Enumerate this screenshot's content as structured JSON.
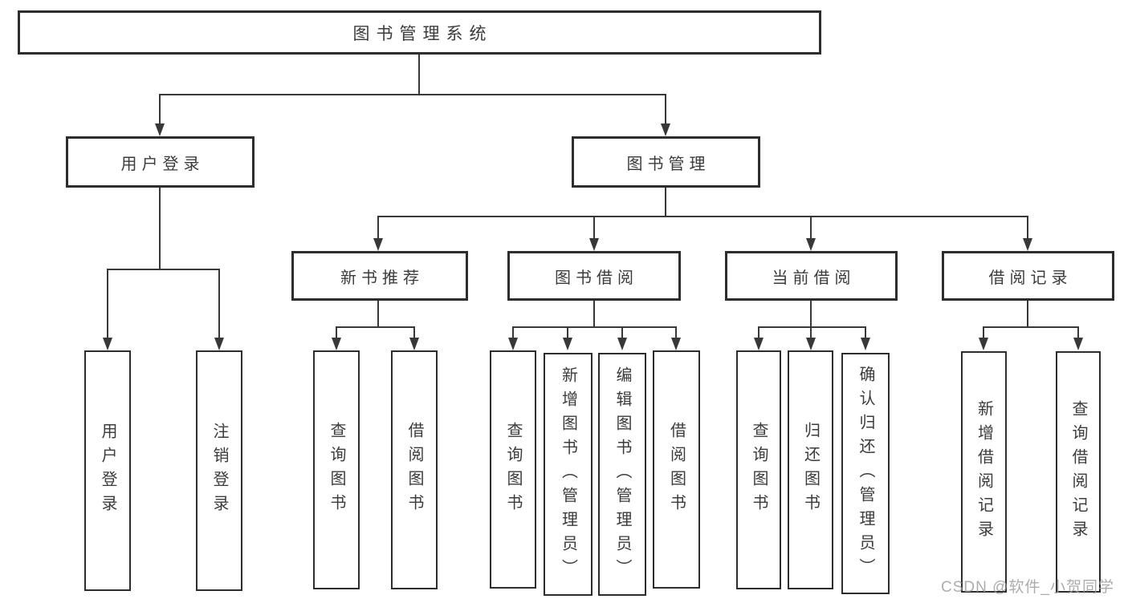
{
  "tree": {
    "root": {
      "label": "图书管理系统",
      "children": [
        {
          "label": "用户登录",
          "children": [
            {
              "label": "用户登录"
            },
            {
              "label": "注销登录"
            }
          ]
        },
        {
          "label": "图书管理",
          "children": [
            {
              "label": "新书推荐",
              "children": [
                {
                  "label": "查询图书"
                },
                {
                  "label": "借阅图书"
                }
              ]
            },
            {
              "label": "图书借阅",
              "children": [
                {
                  "label": "查询图书"
                },
                {
                  "label": "新增图书（管理员）"
                },
                {
                  "label": "编辑图书（管理员）"
                },
                {
                  "label": "借阅图书"
                }
              ]
            },
            {
              "label": "当前借阅",
              "children": [
                {
                  "label": "查询图书"
                },
                {
                  "label": "归还图书"
                },
                {
                  "label": "确认归还（管理员）"
                }
              ]
            },
            {
              "label": "借阅记录",
              "children": [
                {
                  "label": "新增借阅记录"
                },
                {
                  "label": "查询借阅记录"
                }
              ]
            }
          ]
        }
      ]
    }
  },
  "watermark": {
    "text": "CSDN @软件_小贺同学"
  },
  "colors": {
    "background": "#ffffff",
    "line": "#383838",
    "box_border": "#2d2d2d",
    "text": "#3b3b3b",
    "watermark": "#9e9e9e"
  }
}
